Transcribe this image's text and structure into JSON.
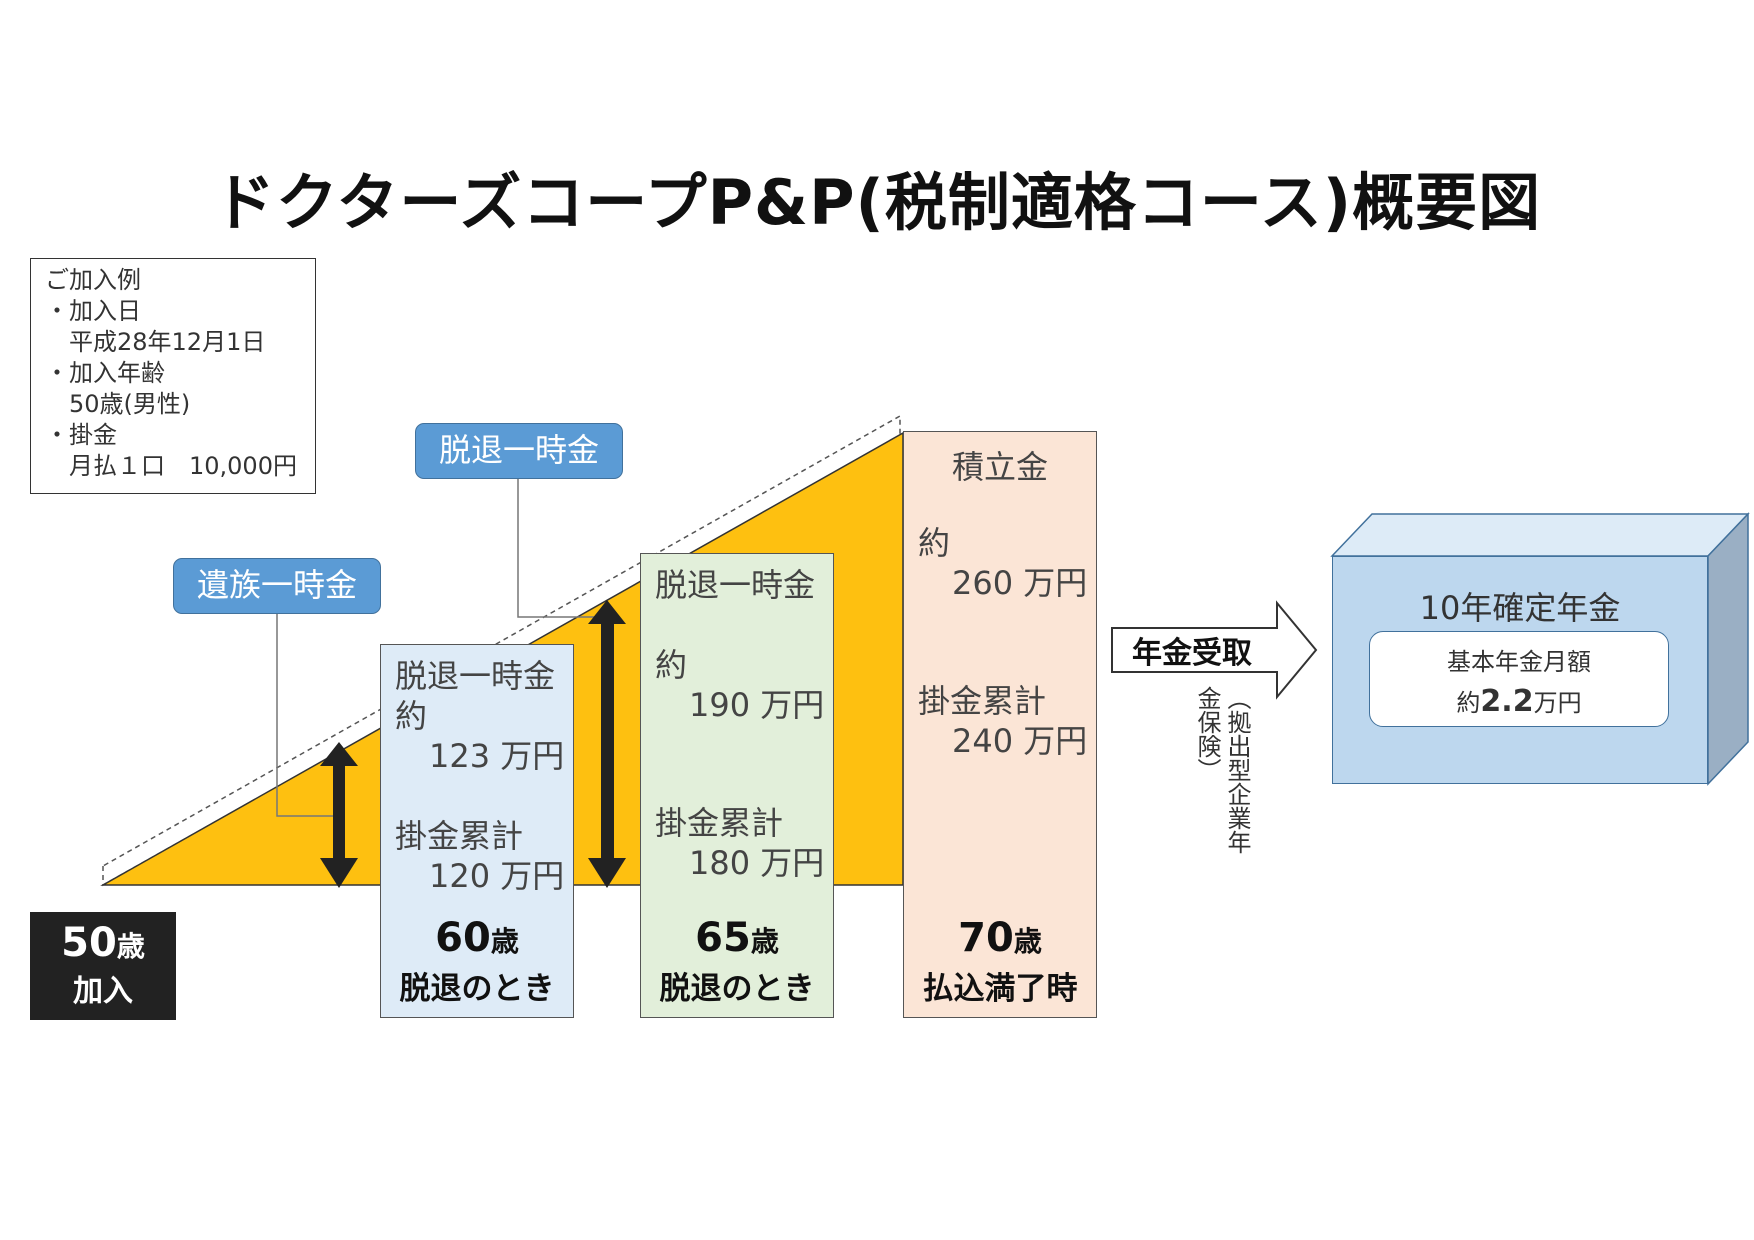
{
  "title": "ドクターズコープP&P(税制適格コース)概要図",
  "example": {
    "heading": "ご加入例",
    "items": [
      {
        "label": "・加入日",
        "value": "平成28年12月1日"
      },
      {
        "label": "・加入年齢",
        "value": "50歳(男性)"
      },
      {
        "label": "・掛金",
        "value": "月払１口　10,000円"
      }
    ]
  },
  "callouts": {
    "bereaved": "遺族一時金",
    "withdrawal": "脱退一時金"
  },
  "start": {
    "age_num": "50",
    "age_unit": "歳",
    "label": "加入"
  },
  "col60": {
    "lump_label": "脱退一時金",
    "approx": "約",
    "lump_value": "123 万円",
    "total_label": "掛金累計",
    "total_value": "120 万円",
    "age_num": "60",
    "age_unit": "歳",
    "age_label": "脱退のとき"
  },
  "col65": {
    "lump_label": "脱退一時金",
    "approx": "約",
    "lump_value": "190 万円",
    "total_label": "掛金累計",
    "total_value": "180 万円",
    "age_num": "65",
    "age_unit": "歳",
    "age_label": "脱退のとき"
  },
  "col70": {
    "fund_label": "積立金",
    "approx": "約",
    "fund_value": "260 万円",
    "total_label": "掛金累計",
    "total_value": "240 万円",
    "age_num": "70",
    "age_unit": "歳",
    "age_label": "払込満了時"
  },
  "arrow_label": "年金受取",
  "vertical_note": "（拠出型企業年金保険）",
  "pension": {
    "title": "10年確定年金",
    "monthly_label": "基本年金月額",
    "approx": "約",
    "amount": "2.2",
    "unit": "万円"
  },
  "colors": {
    "triangle": "#fec010",
    "callout": "#5b9bd5",
    "col60": "#deebf7",
    "col65": "#e2efda",
    "col70": "#fbe5d6",
    "pension_front": "#bdd7ee",
    "pension_top": "#ddebf7",
    "pension_side": "#9aafc4"
  }
}
